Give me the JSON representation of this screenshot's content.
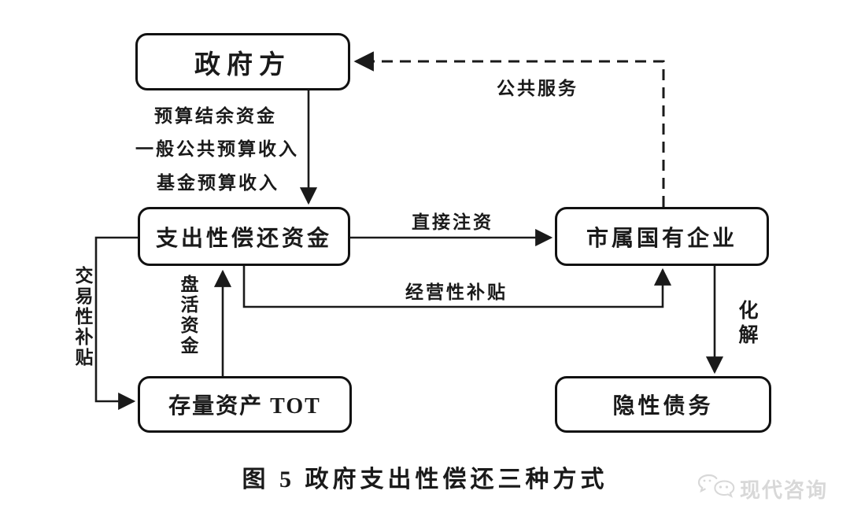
{
  "diagram": {
    "nodes": {
      "government": {
        "label": "政府方"
      },
      "expenditure_funds": {
        "label": "支出性偿还资金"
      },
      "municipal_soe": {
        "label": "市属国有企业"
      },
      "stock_assets_tot": {
        "label": "存量资产 TOT"
      },
      "hidden_debt": {
        "label": "隐性债务"
      }
    },
    "edge_labels": {
      "budget_surplus": "预算结余资金",
      "general_public_budget": "一般公共预算收入",
      "fund_budget": "基金预算收入",
      "public_service": "公共服务",
      "direct_injection": "直接注资",
      "operating_subsidy": "经营性补贴",
      "transaction_subsidy": "交易性补贴",
      "revitalize_funds": "盘活资金",
      "resolve": "化解"
    },
    "caption": "图 5 政府支出性偿还三种方式",
    "watermark": "现代咨询",
    "colors": {
      "line": "#1a1a1a",
      "box_border": "#111111",
      "background": "#ffffff",
      "watermark": "#d8d8d8"
    }
  }
}
